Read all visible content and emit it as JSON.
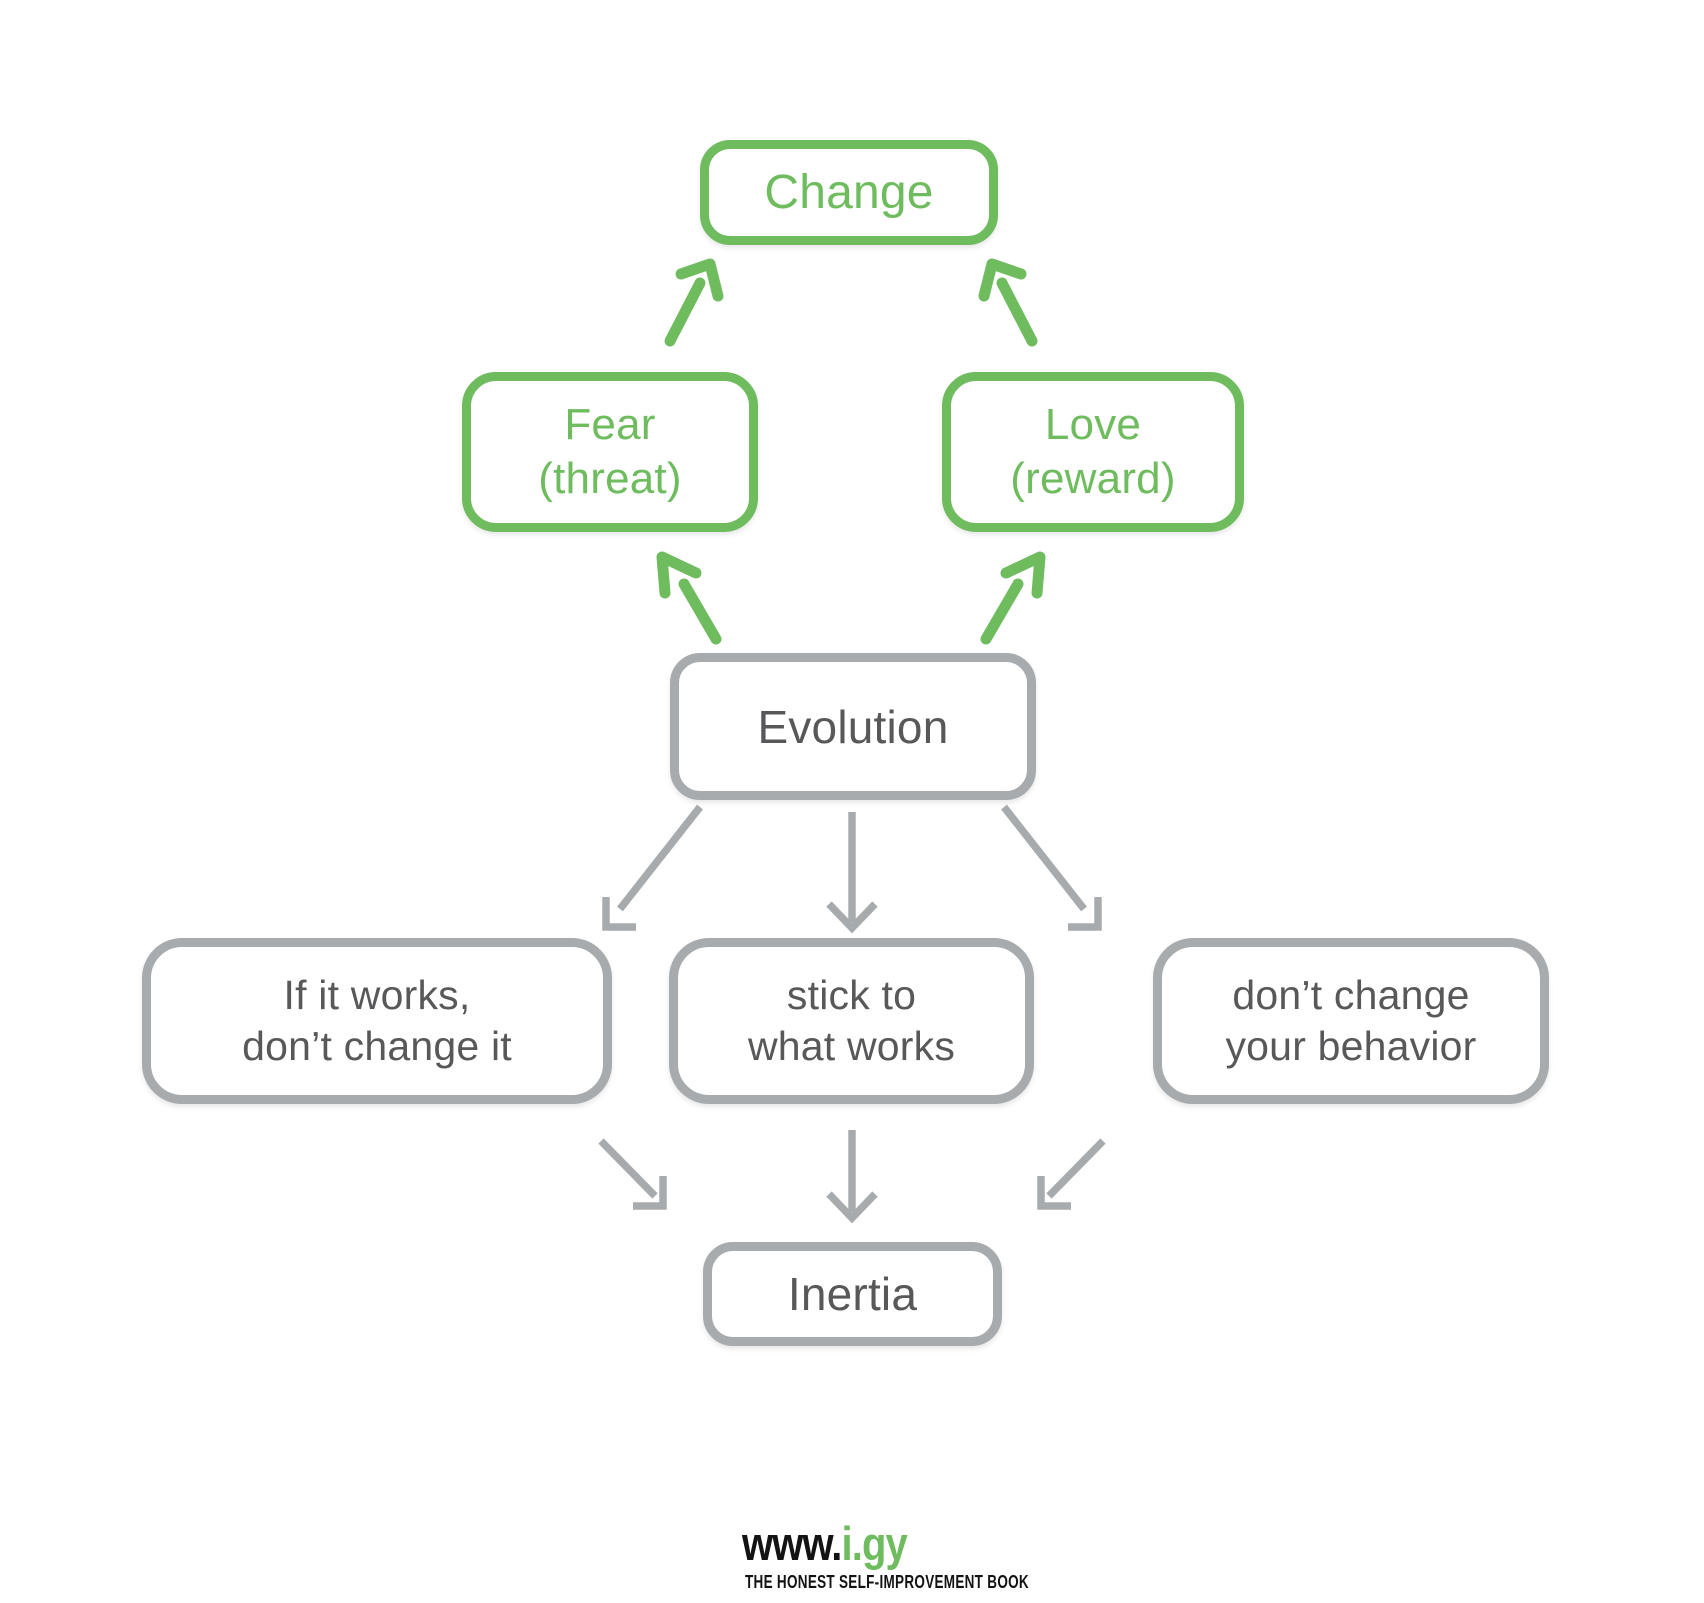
{
  "diagram": {
    "nodes": {
      "change": {
        "label": "Change",
        "style": "green"
      },
      "fear": {
        "line1": "Fear",
        "line2": "(threat)",
        "style": "green"
      },
      "love": {
        "line1": "Love",
        "line2": "(reward)",
        "style": "green"
      },
      "evolution": {
        "label": "Evolution",
        "style": "gray"
      },
      "if_it_works": {
        "line1": "If it works,",
        "line2": "don’t change it",
        "style": "gray"
      },
      "stick_to": {
        "line1": "stick to",
        "line2": "what works",
        "style": "gray"
      },
      "dont_change": {
        "line1": "don’t change",
        "line2": "your behavior",
        "style": "gray"
      },
      "inertia": {
        "label": "Inertia",
        "style": "gray"
      }
    },
    "edges": [
      {
        "from": "fear",
        "to": "change",
        "color": "green"
      },
      {
        "from": "love",
        "to": "change",
        "color": "green"
      },
      {
        "from": "evolution",
        "to": "fear",
        "color": "green"
      },
      {
        "from": "evolution",
        "to": "love",
        "color": "green"
      },
      {
        "from": "evolution",
        "to": "if_it_works",
        "color": "gray"
      },
      {
        "from": "evolution",
        "to": "stick_to",
        "color": "gray"
      },
      {
        "from": "evolution",
        "to": "dont_change",
        "color": "gray"
      },
      {
        "from": "if_it_works",
        "to": "inertia",
        "color": "gray"
      },
      {
        "from": "stick_to",
        "to": "inertia",
        "color": "gray"
      },
      {
        "from": "dont_change",
        "to": "inertia",
        "color": "gray"
      }
    ],
    "colors": {
      "green": "#6fbc5f",
      "gray_border": "#a8abad",
      "gray_arrow": "#a8abad",
      "text_gray": "#58585a"
    }
  },
  "footer": {
    "url_prefix": "www.",
    "url_domain": "i.gy",
    "tagline": "THE HONEST SELF-IMPROVEMENT BOOK",
    "prefix_color": "#131313",
    "domain_color": "#6fbc5f"
  }
}
